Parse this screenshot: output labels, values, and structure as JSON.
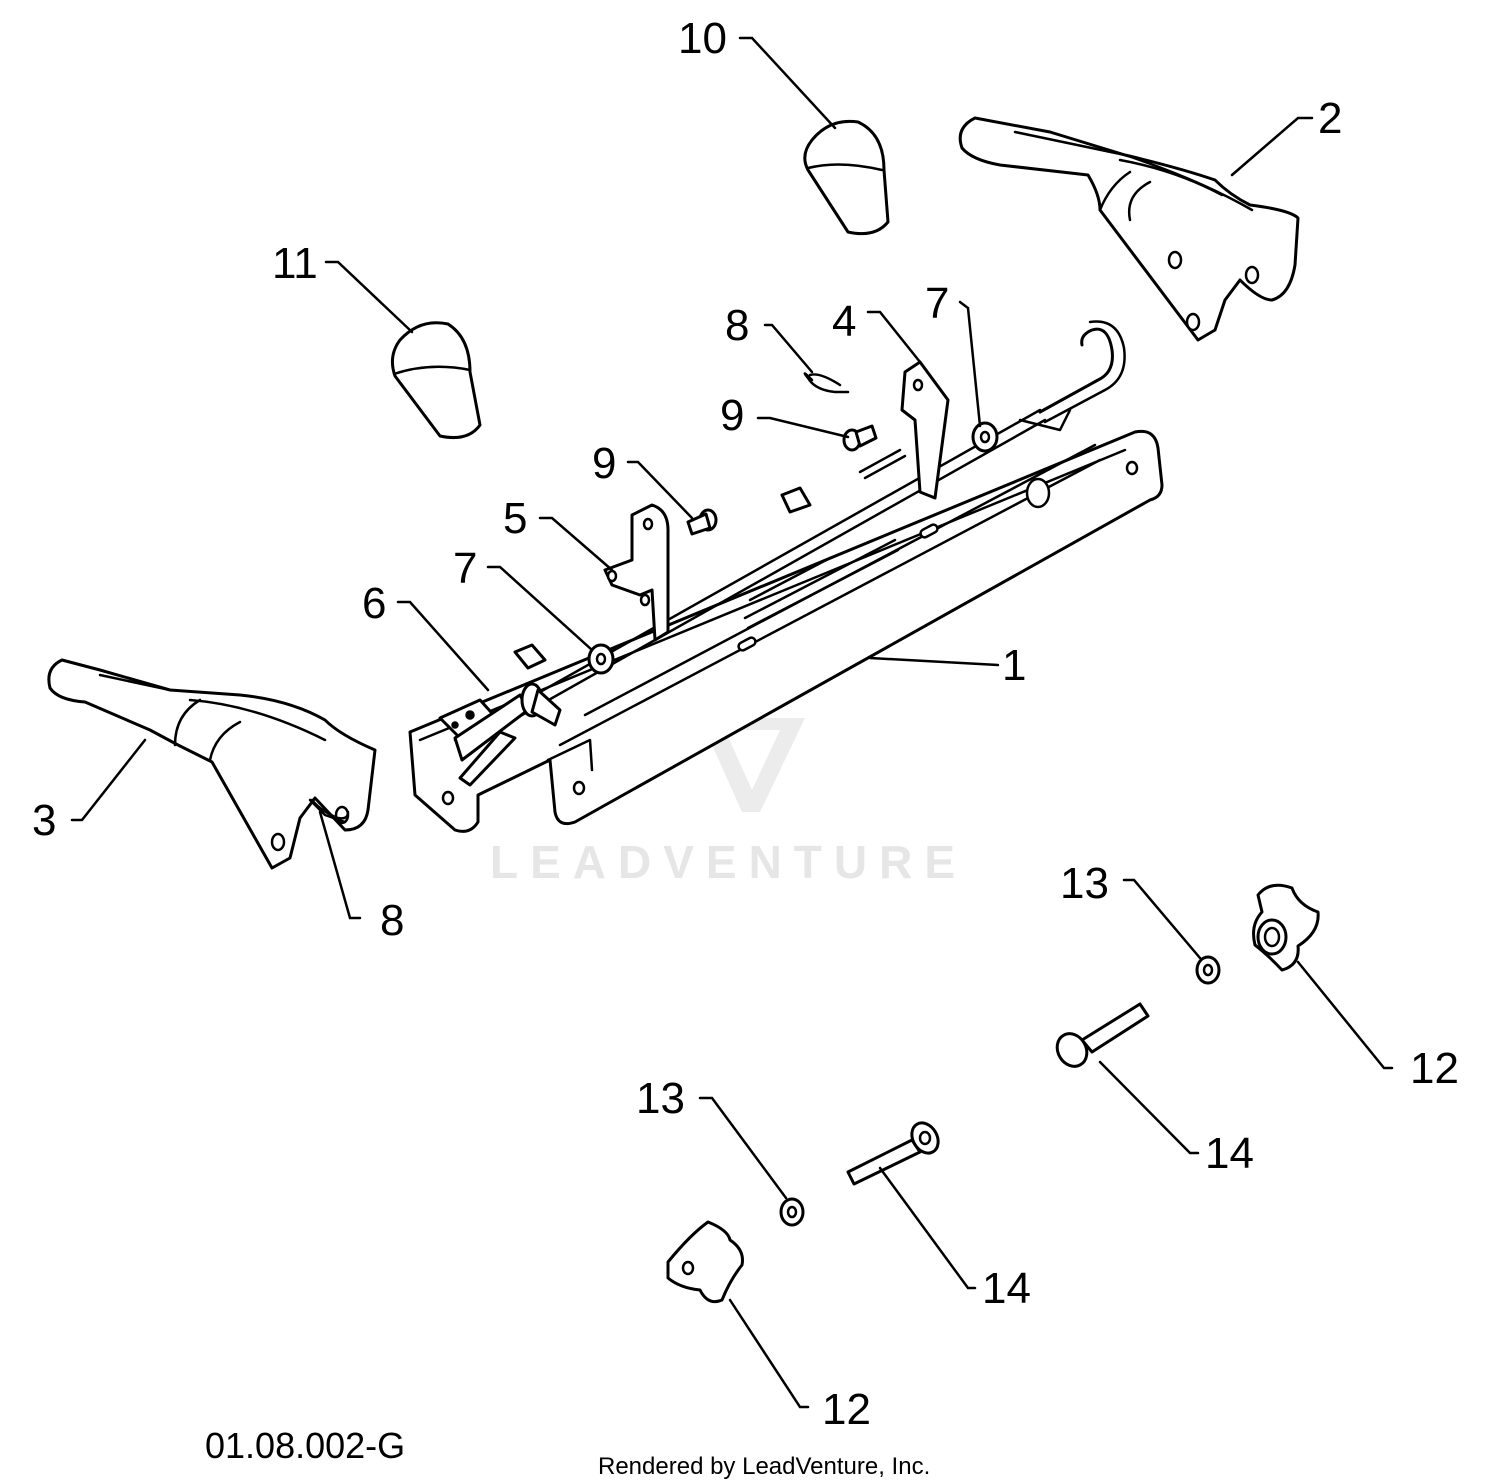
{
  "diagram": {
    "reference_code": "01.08.002-G",
    "rendered_by": "Rendered by LeadVenture, Inc.",
    "watermark": "LEADVENTURE",
    "callouts": [
      {
        "id": "c1",
        "label": "1"
      },
      {
        "id": "c2",
        "label": "2"
      },
      {
        "id": "c3",
        "label": "3"
      },
      {
        "id": "c4",
        "label": "4"
      },
      {
        "id": "c5",
        "label": "5"
      },
      {
        "id": "c6",
        "label": "6"
      },
      {
        "id": "c7a",
        "label": "7"
      },
      {
        "id": "c7b",
        "label": "7"
      },
      {
        "id": "c8a",
        "label": "8"
      },
      {
        "id": "c8b",
        "label": "8"
      },
      {
        "id": "c9a",
        "label": "9"
      },
      {
        "id": "c9b",
        "label": "9"
      },
      {
        "id": "c10",
        "label": "10"
      },
      {
        "id": "c11",
        "label": "11"
      },
      {
        "id": "c12a",
        "label": "12"
      },
      {
        "id": "c12b",
        "label": "12"
      },
      {
        "id": "c13a",
        "label": "13"
      },
      {
        "id": "c13b",
        "label": "13"
      },
      {
        "id": "c14a",
        "label": "14"
      },
      {
        "id": "c14b",
        "label": "14"
      }
    ]
  }
}
